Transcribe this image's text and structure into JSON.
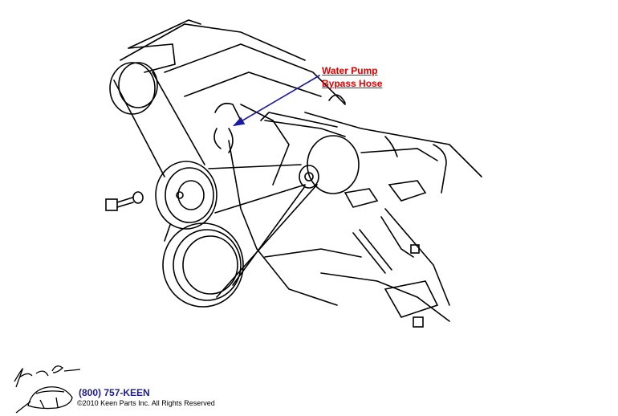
{
  "diagram": {
    "callouts": [
      {
        "label_line1": "Water Pump",
        "label_line2": "Bypass Hose",
        "color": "#e00000",
        "leader_color": "#1a1aa0"
      }
    ]
  },
  "footer": {
    "logo_text": "Keen Parts",
    "phone": "(800) 757-KEEN",
    "copyright": "©2010 Keen Parts Inc. All Rights Reserved",
    "phone_color": "#1c1c8c"
  }
}
